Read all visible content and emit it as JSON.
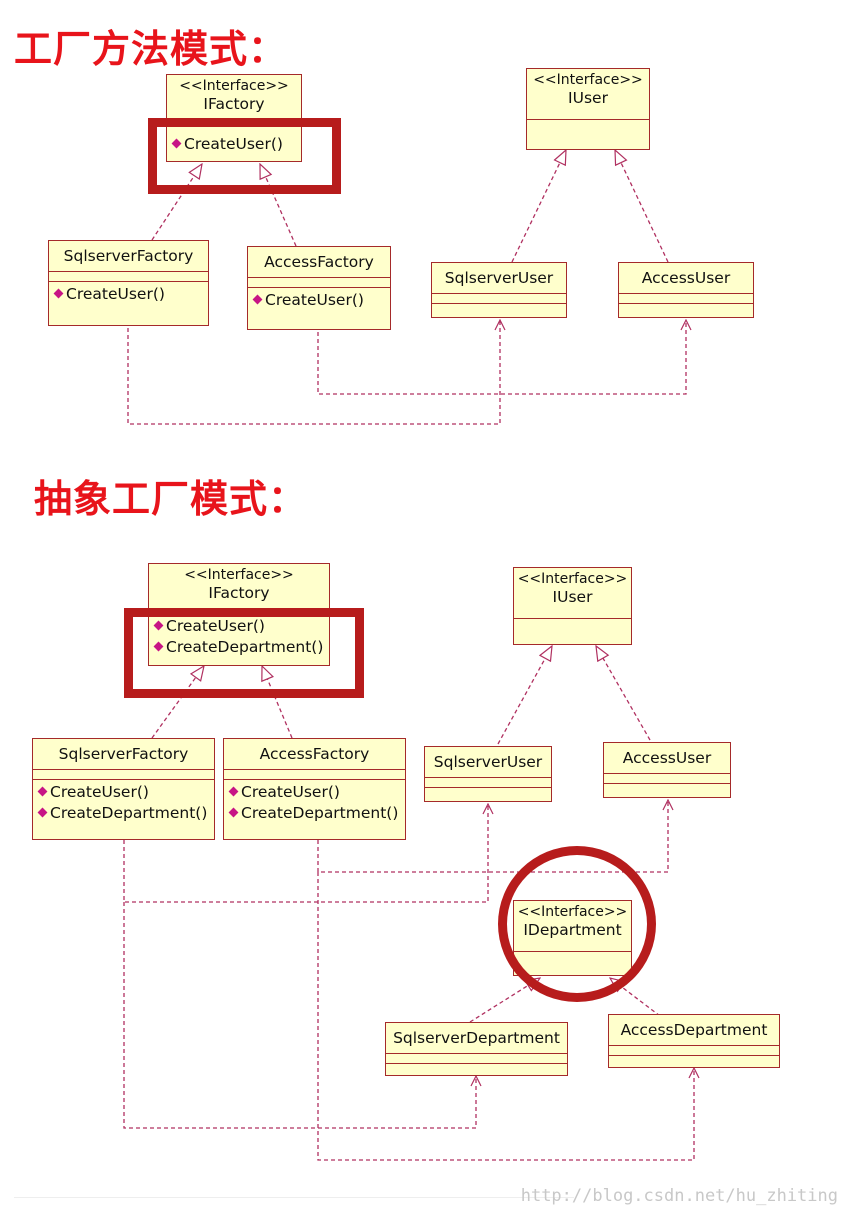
{
  "titles": {
    "factory_method": "工厂方法模式：",
    "abstract_factory": "抽象工厂模式："
  },
  "stereotype": "<<Interface>>",
  "classes": {
    "fm_ifactory": "IFactory",
    "fm_iuser": "IUser",
    "fm_sqlserver_factory": "SqlserverFactory",
    "fm_access_factory": "AccessFactory",
    "fm_sqlserver_user": "SqlserverUser",
    "fm_access_user": "AccessUser",
    "af_ifactory": "IFactory",
    "af_iuser": "IUser",
    "af_sqlserver_factory": "SqlserverFactory",
    "af_access_factory": "AccessFactory",
    "af_sqlserver_user": "SqlserverUser",
    "af_access_user": "AccessUser",
    "af_idepartment": "IDepartment",
    "af_sqlserver_department": "SqlserverDepartment",
    "af_access_department": "AccessDepartment"
  },
  "operations": {
    "create_user": "CreateUser()",
    "create_department": "CreateDepartment()"
  },
  "watermark": "http://blog.csdn.net/hu_zhiting",
  "colors": {
    "title": "#e8141b",
    "class_fill": "#ffffcc",
    "class_border": "#a52a2a",
    "highlight": "#b71c1c",
    "dependency": "#b03060",
    "operation_marker": "#c71585"
  }
}
